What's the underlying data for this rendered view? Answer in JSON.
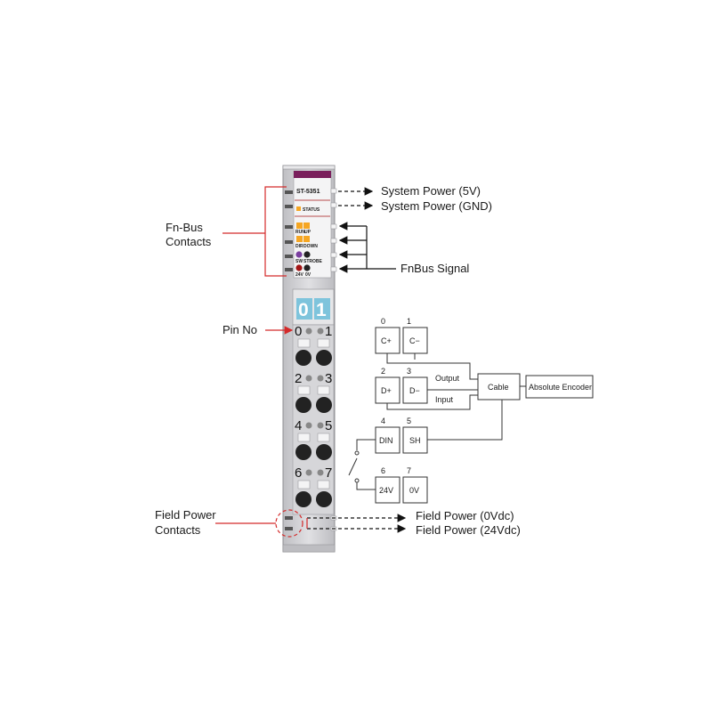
{
  "module": {
    "model": "ST-5351",
    "status_label": "STATUS",
    "led_labels": [
      "RUN",
      "UP",
      "DIR",
      "DOWN",
      "SW",
      "STROBE",
      "24V",
      "0V"
    ],
    "display_digits": [
      "0",
      "1"
    ],
    "pin_numbers": [
      "0",
      "1",
      "2",
      "3",
      "4",
      "5",
      "6",
      "7"
    ],
    "colors": {
      "body": "#cfcfd2",
      "top_stripe": "#7a1f5c",
      "led_orange": "#f5a623",
      "led_purple": "#7b3fa0",
      "led_red": "#a31515",
      "display": "#7ec4dc"
    }
  },
  "callouts": {
    "fn_bus_contacts": [
      "Fn-Bus",
      "Contacts"
    ],
    "pin_no": "Pin No",
    "field_power_contacts": [
      "Field Power",
      "Contacts"
    ],
    "system_power_5v": "System Power (5V)",
    "system_power_gnd": "System Power (GND)",
    "fnbus_signal": "FnBus Signal",
    "field_power_0v": "Field Power (0Vdc)",
    "field_power_24v": "Field Power (24Vdc)",
    "callout_color": "#d42a2a"
  },
  "wiring": {
    "terminals": [
      {
        "number": "0",
        "label": "C+"
      },
      {
        "number": "1",
        "label": "C−"
      },
      {
        "number": "2",
        "label": "D+"
      },
      {
        "number": "3",
        "label": "D−"
      },
      {
        "number": "4",
        "label": "DIN"
      },
      {
        "number": "5",
        "label": "SH"
      },
      {
        "number": "6",
        "label": "24V"
      },
      {
        "number": "7",
        "label": "0V"
      }
    ],
    "output_label": "Output",
    "input_label": "Input",
    "cable_label": "Cable",
    "encoder_label": "Absolute Encoder"
  }
}
